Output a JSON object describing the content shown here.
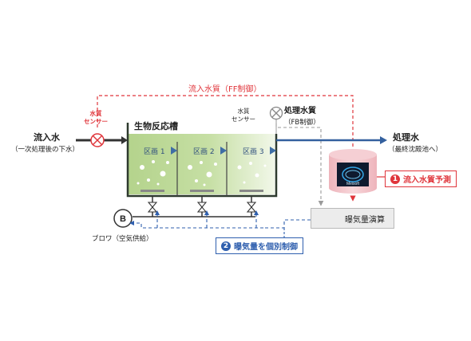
{
  "labels": {
    "ff_control": "流入水質（FF制御）",
    "inflow_water": "流入水",
    "inflow_water_sub": "（一次処理後の下水）",
    "quality_sensor_left": "水質\nセンサー",
    "bioreactor": "生物反応槽",
    "zone1": "区画 1",
    "zone2": "区画 2",
    "zone3": "区画 3",
    "quality_sensor_right": "水質\nセンサー",
    "treated_quality": "処理水質",
    "fb_control": "（FB制御）",
    "treated_water": "処理水",
    "treated_water_sub": "（最終沈殿池へ）",
    "blower_symbol": "B",
    "blower": "ブロワ（空気供給）",
    "aeration_calc": "曝気量演算",
    "logo_text": "Meisoft"
  },
  "badges": {
    "predict_num": "1",
    "predict_label": "流入水質予測",
    "individual_num": "2",
    "individual_label": "曝気量を個別制御"
  },
  "colors": {
    "red": "#e0353b",
    "blue": "#2f5fae",
    "pipe": "#3a3a3a",
    "tank_green": "#b8d690",
    "outflow_blue": "#33609e",
    "gray_dash": "#9a9a9a",
    "server_pink": "#f2c6cb"
  }
}
